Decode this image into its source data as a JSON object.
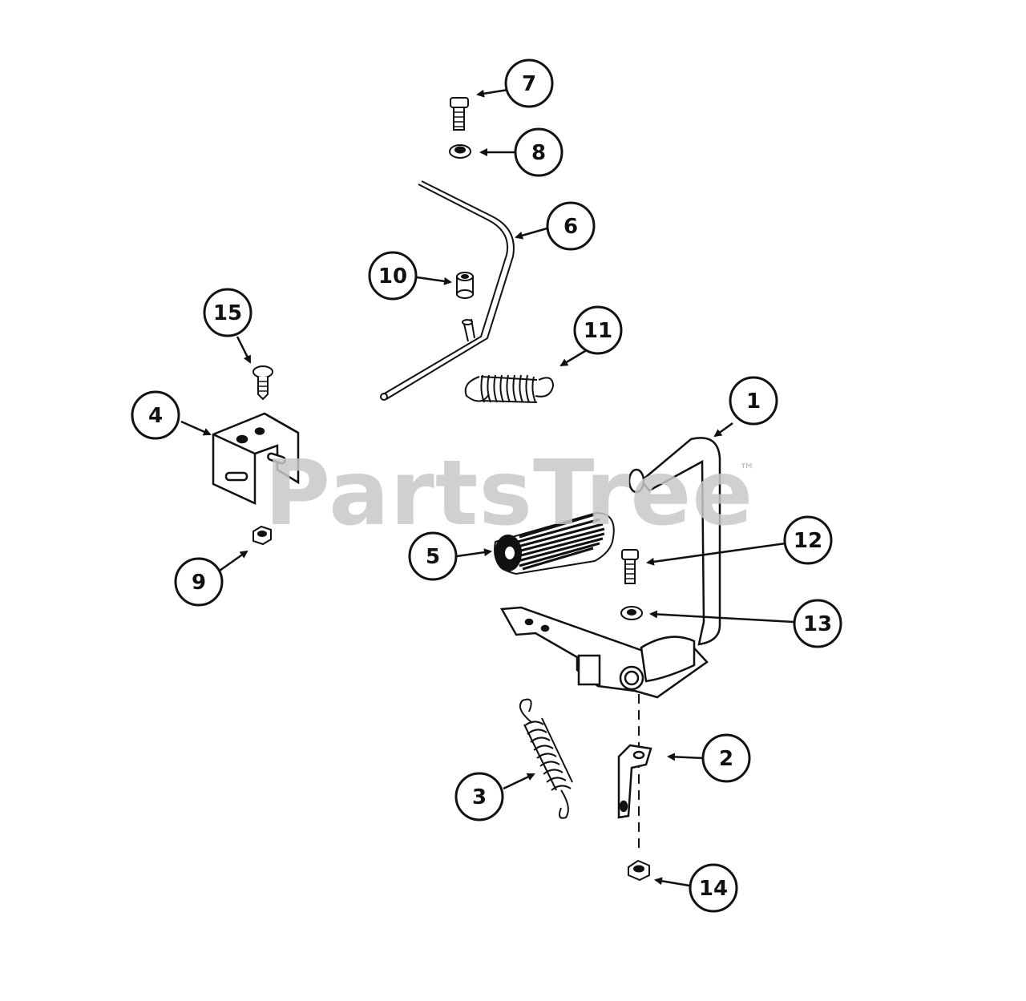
{
  "watermark": {
    "text": "PartsTree",
    "trademark": "™"
  },
  "callouts": [
    {
      "id": "1",
      "label": "1"
    },
    {
      "id": "2",
      "label": "2"
    },
    {
      "id": "3",
      "label": "3"
    },
    {
      "id": "4",
      "label": "4"
    },
    {
      "id": "5",
      "label": "5"
    },
    {
      "id": "6",
      "label": "6"
    },
    {
      "id": "7",
      "label": "7"
    },
    {
      "id": "8",
      "label": "8"
    },
    {
      "id": "9",
      "label": "9"
    },
    {
      "id": "10",
      "label": "10"
    },
    {
      "id": "11",
      "label": "11"
    },
    {
      "id": "12",
      "label": "12"
    },
    {
      "id": "13",
      "label": "13"
    },
    {
      "id": "14",
      "label": "14"
    },
    {
      "id": "15",
      "label": "15"
    }
  ],
  "colors": {
    "ink": "#111111",
    "watermark": "#c8c8c8",
    "background": "#ffffff"
  }
}
